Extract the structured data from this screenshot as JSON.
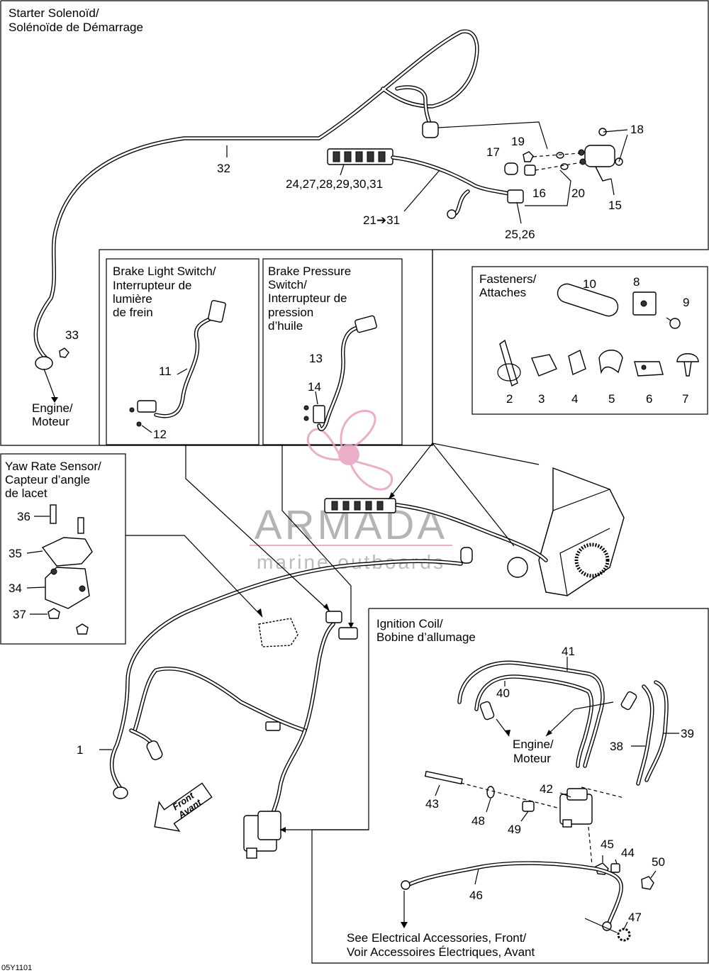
{
  "sections": {
    "starter": {
      "line1": "Starter Solenoïd/",
      "line2": "Solénoïde de Démarrage"
    },
    "brake_light": {
      "line1": "Brake Light Switch/",
      "line2": "Interrupteur de",
      "line3": "lumière",
      "line4": "de frein"
    },
    "brake_pressure": {
      "line1": "Brake Pressure",
      "line2": "Switch/",
      "line3": "Interrupteur de",
      "line4": "pression",
      "line5": "d’huile"
    },
    "fasteners": {
      "line1": "Fasteners/",
      "line2": "Attaches"
    },
    "yaw": {
      "line1": "Yaw Rate Sensor/",
      "line2": "Capteur d’angle",
      "line3": "de lacet"
    },
    "ignition": {
      "line1": "Ignition Coil/",
      "line2": "Bobine d’allumage"
    }
  },
  "engine_top": {
    "line1": "Engine/",
    "line2": "Moteur"
  },
  "engine_ign": {
    "line1": "Engine/",
    "line2": "Moteur"
  },
  "see_note": {
    "line1": "See Electrical Accessories, Front/",
    "line2": "Voir Accessoires Électriques, Avant"
  },
  "front_arrow": {
    "line1": "Front",
    "line2": "Avant"
  },
  "watermark": {
    "name": "ARMADA",
    "tagline": "marine outboards",
    "color": "#e8a0c0"
  },
  "code": "05Y1101",
  "parts": {
    "p1": "1",
    "p2": "2",
    "p3": "3",
    "p4": "4",
    "p5": "5",
    "p6": "6",
    "p7": "7",
    "p8": "8",
    "p9": "9",
    "p10": "10",
    "p11": "11",
    "p12": "12",
    "p13": "13",
    "p14": "14",
    "p15": "15",
    "p16": "16",
    "p17": "17",
    "p18": "18",
    "p19": "19",
    "p20": "20",
    "p21_31": "21➔31",
    "p24_31": "24,27,28,29,30,31",
    "p25_26": "25,26",
    "p32": "32",
    "p33": "33",
    "p34": "34",
    "p35": "35",
    "p36": "36",
    "p37": "37",
    "p38": "38",
    "p39": "39",
    "p40": "40",
    "p41": "41",
    "p42": "42",
    "p43": "43",
    "p44": "44",
    "p45": "45",
    "p46": "46",
    "p47": "47",
    "p48": "48",
    "p49": "49",
    "p50": "50"
  }
}
